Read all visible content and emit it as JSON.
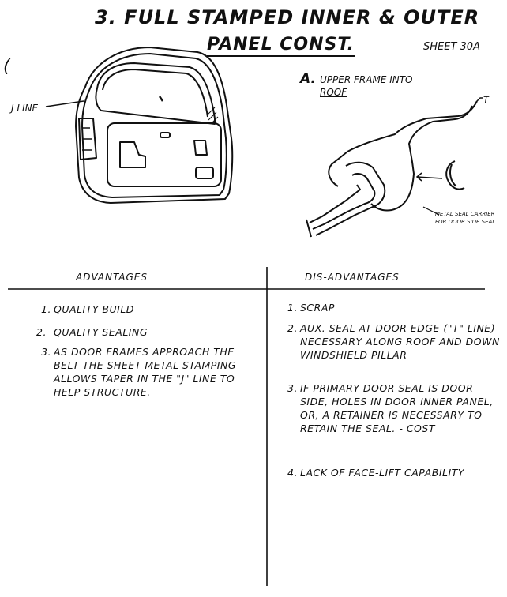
{
  "title": {
    "line1": "3. FULL STAMPED INNER & OUTER",
    "line2": "PANEL CONST."
  },
  "sheet_label": "SHEET 30a",
  "left_paren": "(",
  "j_line_label": "J LINE",
  "section_a": {
    "letter": "A.",
    "title": "UPPER FRAME INTO ROOF"
  },
  "t_label": "T",
  "seal_label": "METAL SEAL CARRIER FOR DOOR SIDE SEAL",
  "advantages": {
    "header": "ADVANTAGES",
    "items": [
      {
        "num": "1.",
        "text": "QUALITY BUILD"
      },
      {
        "num": "2.",
        "text": "QUALITY SEALING"
      },
      {
        "num": "3.",
        "text": "AS DOOR FRAMES APPROACH THE BELT THE SHEET METAL STAMPING ALLOWS TAPER IN THE \"J\" LINE TO HELP STRUCTURE."
      }
    ]
  },
  "disadvantages": {
    "header": "DIS-ADVANTAGES",
    "items": [
      {
        "num": "1.",
        "text": "SCRAP"
      },
      {
        "num": "2.",
        "text": "AUX. SEAL AT DOOR EDGE (\"T\" LINE) NECESSARY ALONG ROOF AND DOWN WINDSHIELD PILLAR"
      },
      {
        "num": "3.",
        "text": "IF PRIMARY DOOR SEAL IS DOOR SIDE, HOLES IN DOOR INNER PANEL, OR, A RETAINER IS NECESSARY TO RETAIN THE SEAL. - COST"
      },
      {
        "num": "4.",
        "text": "LACK OF FACE-LIFT CAPABILITY"
      }
    ]
  }
}
